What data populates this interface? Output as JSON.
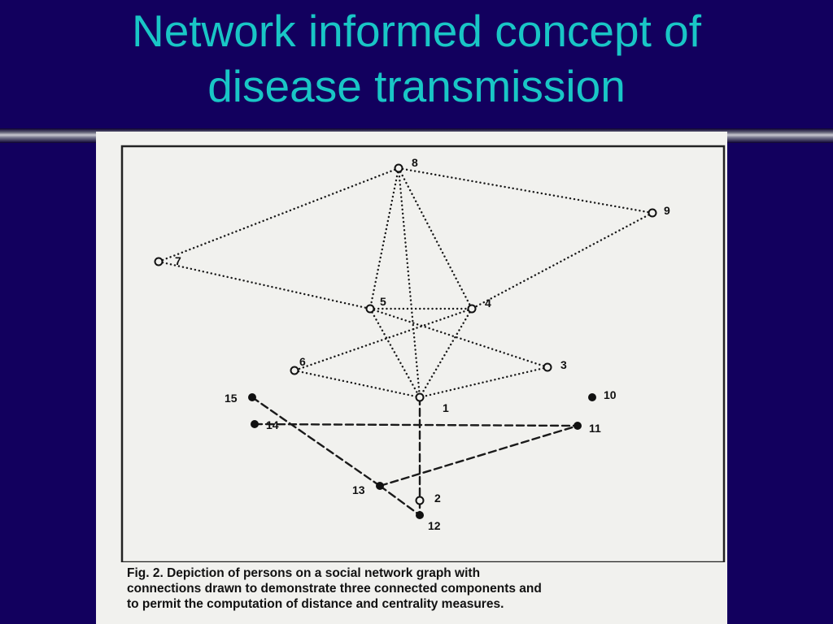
{
  "slide": {
    "title_line1": "Network informed concept of",
    "title_line2": "disease transmission",
    "background_color": "#12005e",
    "title_color": "#19c6c6"
  },
  "figure": {
    "caption": {
      "line1": "Fig. 2. Depiction of persons on a social network graph with",
      "line2": "connections drawn to demonstrate three connected components and",
      "line3": "to permit the computation of distance and centrality measures."
    },
    "nodes": [
      {
        "id": "8",
        "label": "8",
        "shape": "open"
      },
      {
        "id": "9",
        "label": "9",
        "shape": "open"
      },
      {
        "id": "7",
        "label": "7",
        "shape": "open"
      },
      {
        "id": "5",
        "label": "5",
        "shape": "open"
      },
      {
        "id": "4",
        "label": "4",
        "shape": "open"
      },
      {
        "id": "6",
        "label": "6",
        "shape": "open"
      },
      {
        "id": "3",
        "label": "3",
        "shape": "open"
      },
      {
        "id": "1",
        "label": "1",
        "shape": "open"
      },
      {
        "id": "15",
        "label": "15",
        "shape": "filled"
      },
      {
        "id": "14",
        "label": "14",
        "shape": "filled"
      },
      {
        "id": "10",
        "label": "10",
        "shape": "filled"
      },
      {
        "id": "11",
        "label": "11",
        "shape": "filled"
      },
      {
        "id": "13",
        "label": "13",
        "shape": "filled"
      },
      {
        "id": "2",
        "label": "2",
        "shape": "open"
      },
      {
        "id": "12",
        "label": "12",
        "shape": "filled"
      }
    ],
    "edges": [
      {
        "from": "8",
        "to": "9",
        "style": "dotted"
      },
      {
        "from": "8",
        "to": "7",
        "style": "dotted"
      },
      {
        "from": "8",
        "to": "5",
        "style": "dotted"
      },
      {
        "from": "8",
        "to": "4",
        "style": "dotted"
      },
      {
        "from": "8",
        "to": "1",
        "style": "dotted"
      },
      {
        "from": "9",
        "to": "4",
        "style": "dotted"
      },
      {
        "from": "7",
        "to": "5",
        "style": "dotted"
      },
      {
        "from": "5",
        "to": "4",
        "style": "dotted"
      },
      {
        "from": "5",
        "to": "1",
        "style": "dotted"
      },
      {
        "from": "4",
        "to": "1",
        "style": "dotted"
      },
      {
        "from": "5",
        "to": "3",
        "style": "dotted"
      },
      {
        "from": "4",
        "to": "6",
        "style": "dotted"
      },
      {
        "from": "6",
        "to": "1",
        "style": "dotted"
      },
      {
        "from": "3",
        "to": "1",
        "style": "dotted"
      },
      {
        "from": "1",
        "to": "2",
        "style": "dashed"
      },
      {
        "from": "15",
        "to": "13",
        "style": "dashed"
      },
      {
        "from": "14",
        "to": "11",
        "style": "dashed"
      },
      {
        "from": "13",
        "to": "11",
        "style": "dashed"
      },
      {
        "from": "13",
        "to": "12",
        "style": "dashed"
      },
      {
        "from": "2",
        "to": "12",
        "style": "dashed"
      }
    ]
  }
}
